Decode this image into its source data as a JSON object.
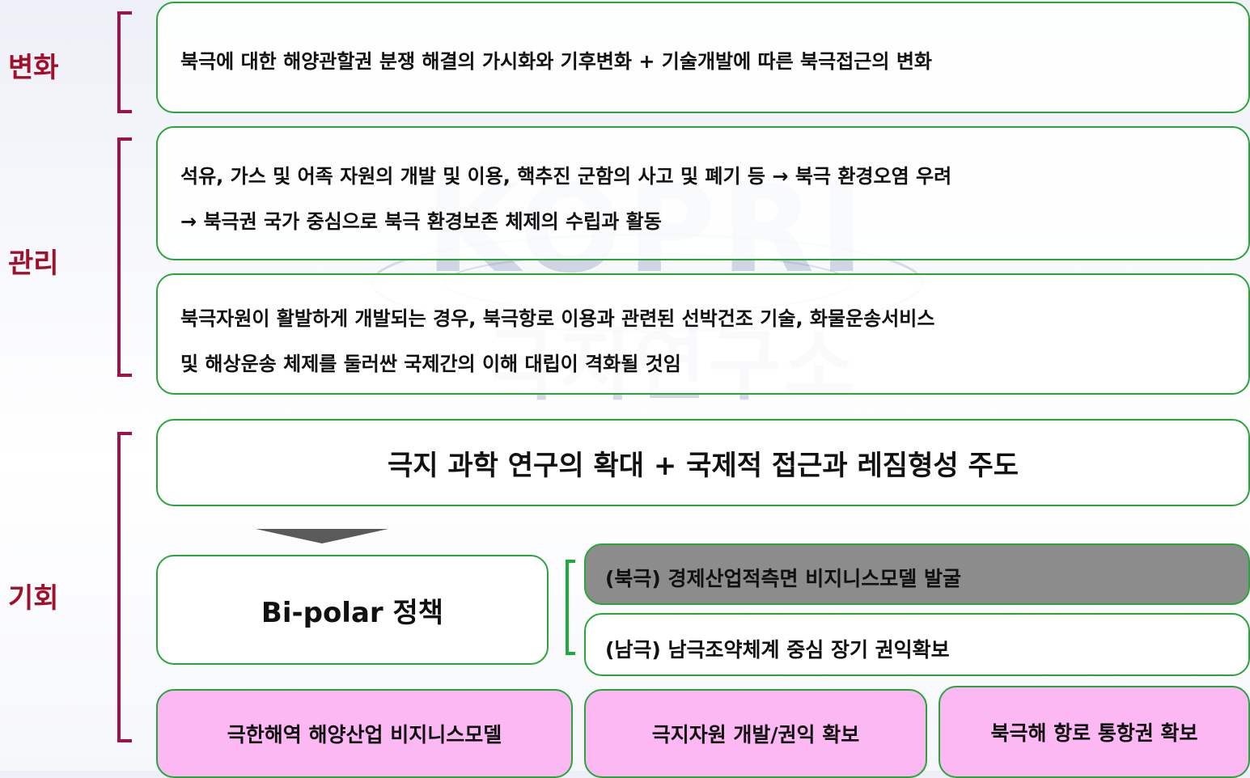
{
  "labels": {
    "change": "변화",
    "management": "관리",
    "opportunity": "기회"
  },
  "boxes": {
    "change_text": "북극에 대한 해양관할권 분쟁 해결의 가시화와 기후변화 + 기술개발에 따른  북극접근의 변화",
    "mgmt1_line1": "석유, 가스 및 어족 자원의 개발 및 이용, 핵추진 군함의 사고 및 폐기 등 → 북극 환경오염 우려",
    "mgmt1_line2": "→ 북극권 국가 중심으로 북극 환경보존 체제의 수립과 활동",
    "mgmt2_line1": "북극자원이 활발하게 개발되는 경우, 북극항로 이용과 관련된 선박건조 기술, 화물운송서비스",
    "mgmt2_line2": "및 해상운송 체제를 둘러싼 국제간의 이해 대립이 격화될 것임",
    "research": "극지 과학 연구의 확대   +   국제적 접근과 레짐형성 주도",
    "bipolar": "Bi-polar 정책",
    "arctic": "(북극) 경제산업적측면 비지니스모델 발굴",
    "antarctic": "(남극) 남극조약체계 중심 장기 권익확보",
    "pink1": "극한해역 해양산업 비지니스모델",
    "pink2": "극지자원 개발/권익 확보",
    "pink3": "북극해 항로 통항권 확보"
  },
  "watermark": {
    "logo_text": "KOPRI",
    "name_text": "극지연구소"
  },
  "colors": {
    "label": "#a0102b",
    "bracket": "#a0104a",
    "box_border": "#2aa53a",
    "pink": "#fbb8f3",
    "gray": "#8c8c8c",
    "watermark": "#7d8bb5"
  }
}
